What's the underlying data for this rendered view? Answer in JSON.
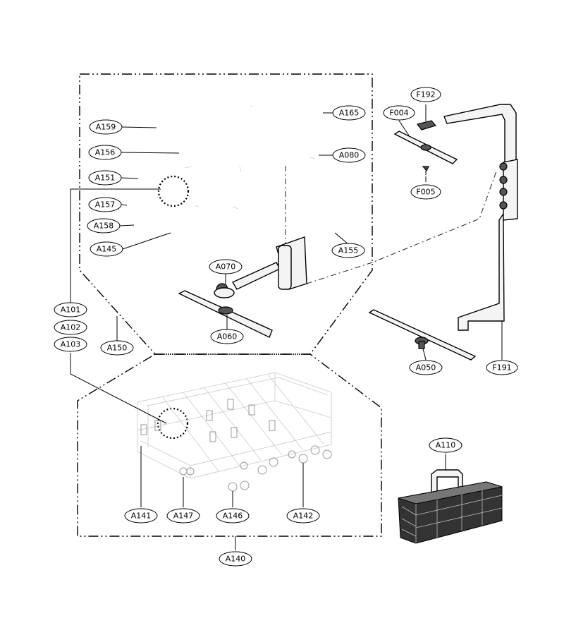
{
  "callouts": {
    "A159": "A159",
    "A156": "A156",
    "A151": "A151",
    "A157": "A157",
    "A158": "A158",
    "A145": "A145",
    "A165": "A165",
    "A080": "A080",
    "A155": "A155",
    "A070": "A070",
    "A060": "A060",
    "A101": "A101",
    "A102": "A102",
    "A103": "A103",
    "A150": "A150",
    "F192": "F192",
    "F004": "F004",
    "F005": "F005",
    "A050": "A050",
    "F191": "F191",
    "A110": "A110",
    "A141": "A141",
    "A147": "A147",
    "A146": "A146",
    "A142": "A142",
    "A140": "A140"
  }
}
